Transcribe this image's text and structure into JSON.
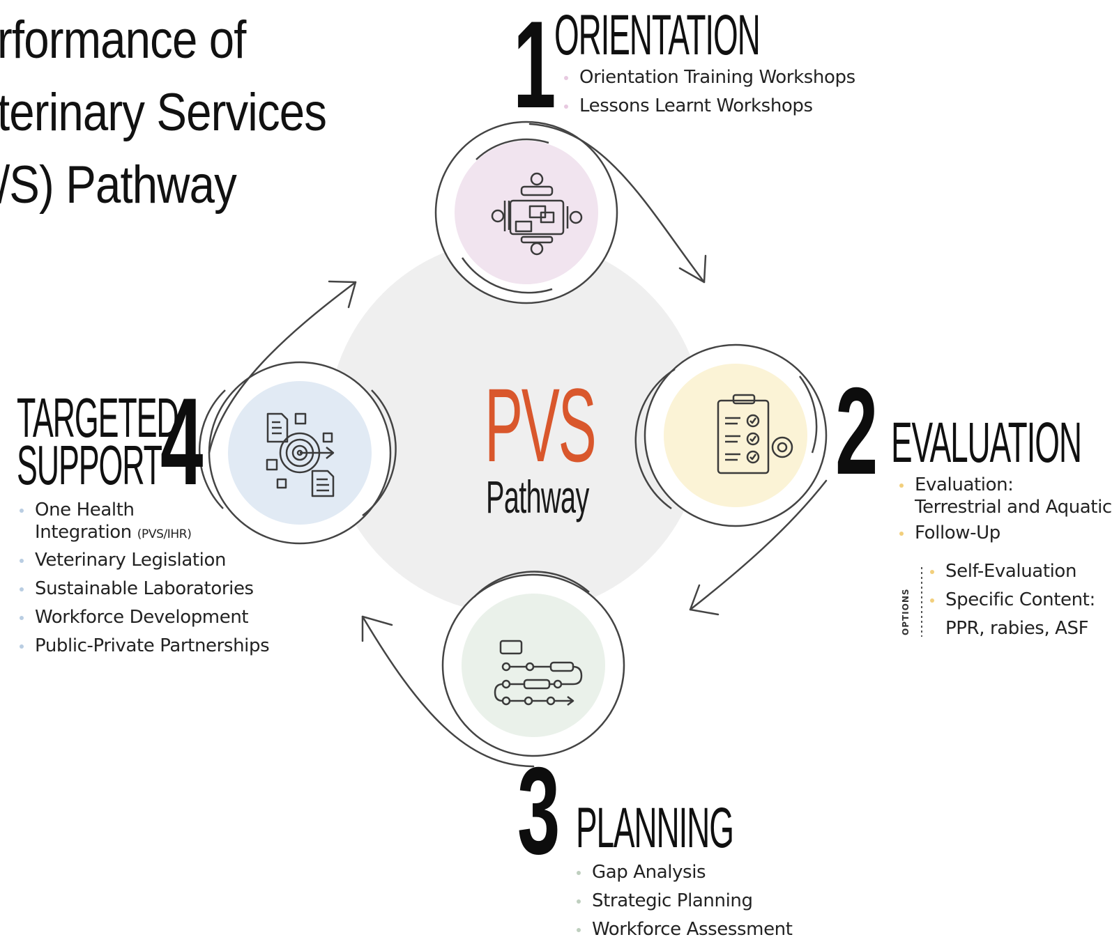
{
  "title": {
    "line1": "rformance of",
    "line2": "terinary Services",
    "line3": "/S) Pathway"
  },
  "center": {
    "acronym": "PVS",
    "subtitle": "Pathway"
  },
  "steps": {
    "orientation": {
      "number": "1",
      "heading": "ORIENTATION",
      "items": [
        "Orientation Training Workshops",
        "Lessons Learnt Workshops"
      ],
      "icon": "team-meeting-icon",
      "color": "#f1e4ef"
    },
    "evaluation": {
      "number": "2",
      "heading": "EVALUATION",
      "items": [
        "Evaluation:",
        "Terrestrial and Aquatic",
        "Follow-Up"
      ],
      "options_label": "OPTIONS",
      "options": [
        "Self-Evaluation",
        "Specific Content:",
        "PPR, rabies, ASF"
      ],
      "icon": "checklist-gear-icon",
      "color": "#fbf3d6"
    },
    "planning": {
      "number": "3",
      "heading": "PLANNING",
      "items": [
        "Gap Analysis",
        "Strategic Planning",
        "Workforce Assessment"
      ],
      "icon": "roadmap-flow-icon",
      "color": "#eaf1ea"
    },
    "targeted_support": {
      "number": "4",
      "heading_line1": "TARGETED",
      "heading_line2": "SUPPORT",
      "item1_line1": "One Health",
      "item1_line2": "Integration",
      "item1_note": "(PVS/IHR)",
      "items": [
        "Veterinary Legislation",
        "Sustainable Laboratories",
        "Workforce Development",
        "Public-Private Partnerships"
      ],
      "icon": "target-documents-icon",
      "color": "#e1eaf4"
    }
  },
  "colors": {
    "accent": "#d9572c",
    "center_disc": "#efefef",
    "bullet_orientation": "#e7c9e0",
    "bullet_evaluation": "#f2cf7c",
    "bullet_planning": "#bfcfbf",
    "bullet_support": "#b9cde2"
  }
}
